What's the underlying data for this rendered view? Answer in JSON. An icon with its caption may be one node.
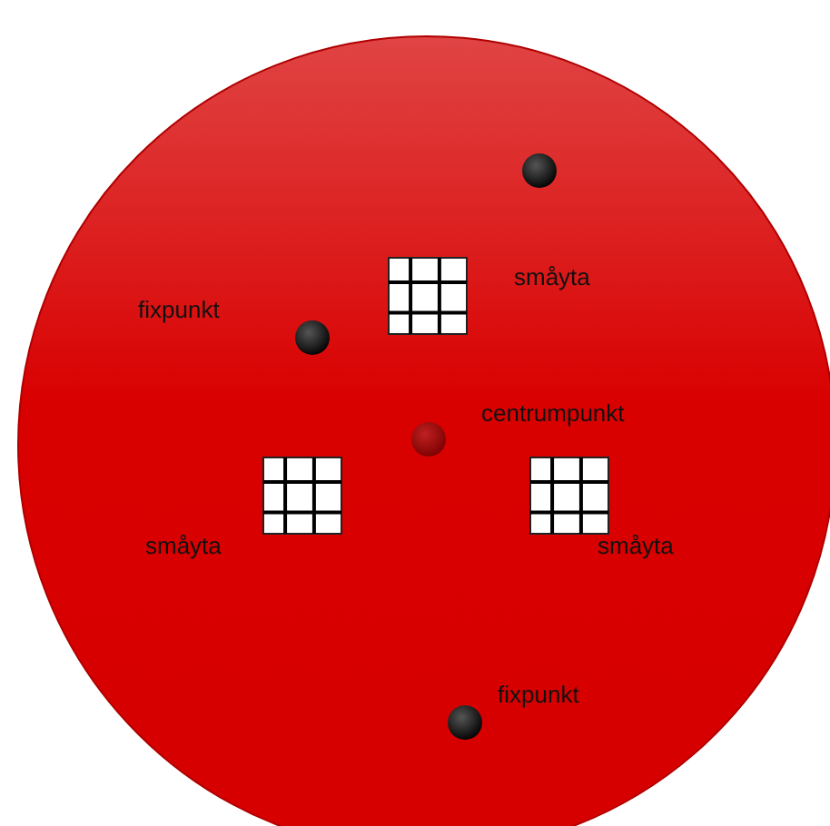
{
  "diagram": {
    "labels": [
      "småyta",
      "fixpunkt",
      "centrumpunkt",
      "småyta",
      "småyta",
      "fixpunkt"
    ]
  }
}
